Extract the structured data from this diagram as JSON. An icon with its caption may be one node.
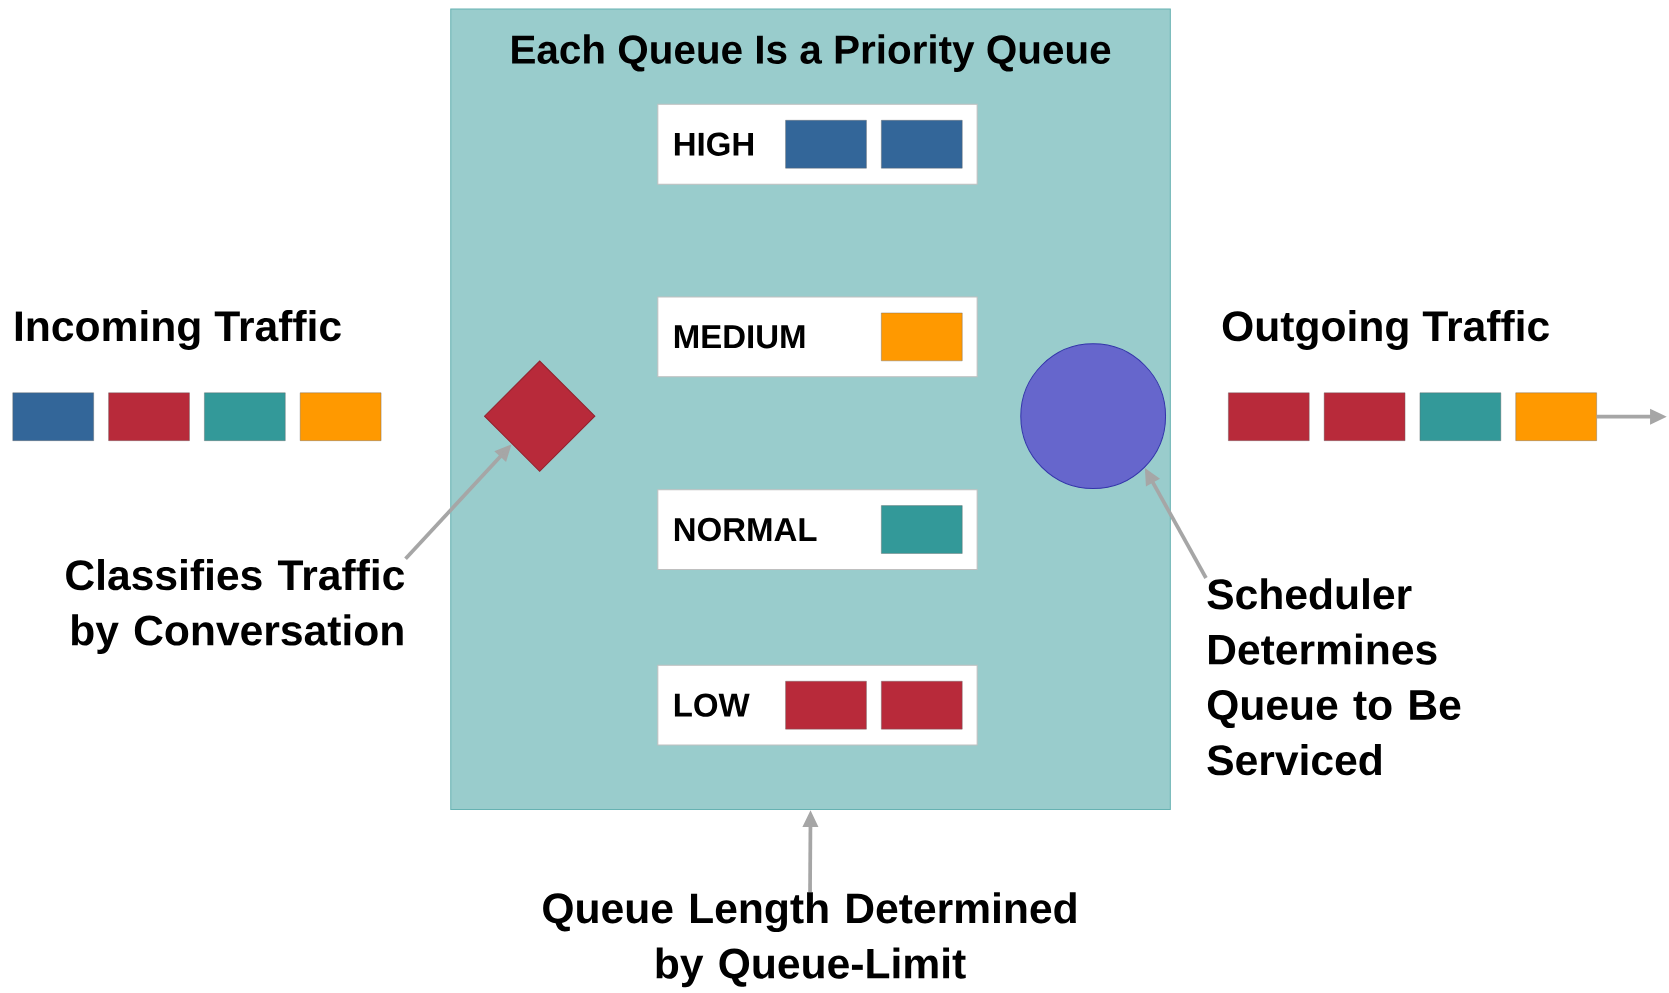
{
  "diagram": {
    "nodes": [
      {
        "text": [
          "Each Queue Is a Priority Queue"
        ]
      },
      {
        "text": [
          "HIGH"
        ],
        "in": 0
      },
      {
        "text": [
          "MEDIUM"
        ],
        "in": 0
      },
      {
        "text": [
          "NORMAL"
        ],
        "in": 0
      },
      {
        "text": [
          "LOW"
        ],
        "in": 0
      },
      {
        "text": [],
        "shape": "diamond",
        "in": 0
      },
      {
        "text": [],
        "shape": "circle",
        "in": 0
      },
      {
        "text": [
          "Classifies Traffic by Conversation"
        ]
      },
      {
        "text": [
          "Scheduler Determines Queue to Be Serviced"
        ]
      },
      {
        "text": [
          "Queue Length Determined by Queue-Limit"
        ]
      },
      {
        "text": [],
        "shape": "box"
      }
    ],
    "edges": [
      {
        "from": 7,
        "to": 5,
        "arrow": "to"
      },
      {
        "from": 8,
        "to": 6,
        "arrow": "to"
      },
      {
        "from": 9,
        "to": 0,
        "arrow": "to"
      },
      {
        "from": 10,
        "to": null,
        "arrow": "to"
      }
    ],
    "labels": [
      "Incoming Traffic",
      "Outgoing Traffic"
    ]
  }
}
